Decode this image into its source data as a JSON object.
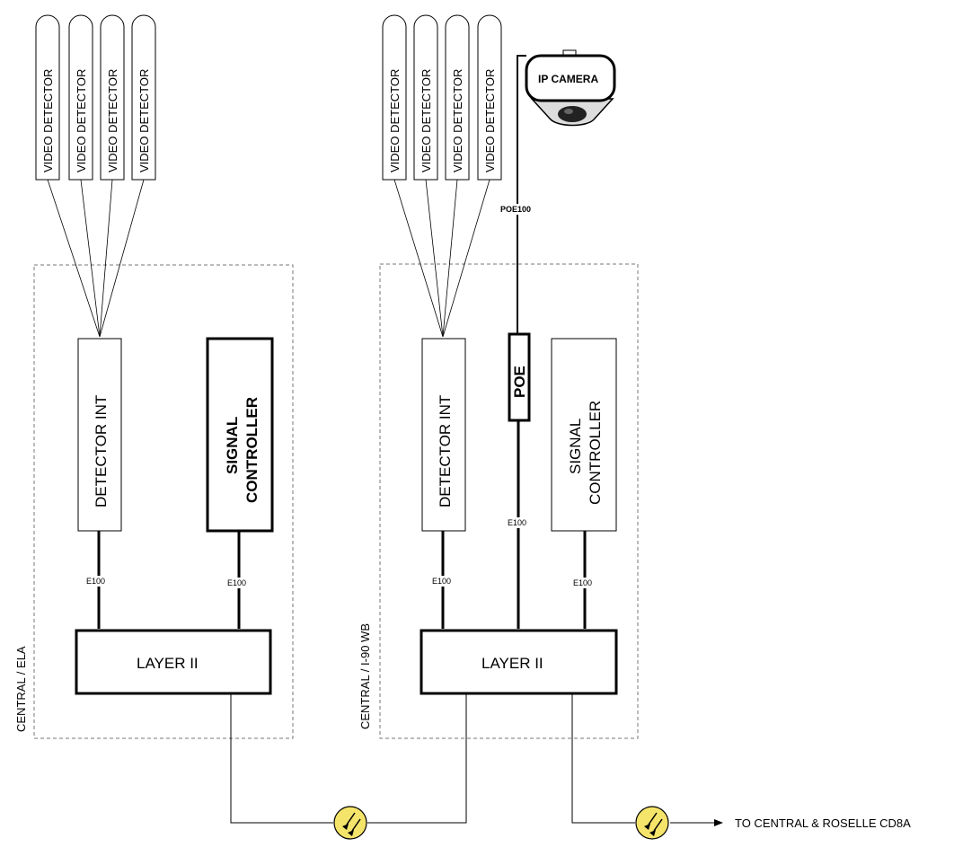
{
  "site_left": {
    "frame_label": "CENTRAL / ELA",
    "video_detectors": [
      "VIDEO DETECTOR",
      "VIDEO DETECTOR",
      "VIDEO DETECTOR",
      "VIDEO DETECTOR"
    ],
    "detector_int": "DETECTOR INT",
    "signal_controller": [
      "SIGNAL",
      "CONTROLLER"
    ],
    "link_detector": "E100",
    "link_controller": "E100",
    "switch": "LAYER II"
  },
  "site_right": {
    "frame_label": "CENTRAL / I-90 WB",
    "video_detectors": [
      "VIDEO DETECTOR",
      "VIDEO DETECTOR",
      "VIDEO DETECTOR",
      "VIDEO DETECTOR"
    ],
    "ip_camera": "IP CAMERA",
    "poe_link": "POE100",
    "poe_injector": "POE",
    "poe_switch_link": "E100",
    "detector_int": "DETECTOR INT",
    "signal_controller": [
      "SIGNAL",
      "CONTROLLER"
    ],
    "link_detector": "E100",
    "link_controller": "E100",
    "switch": "LAYER II"
  },
  "destination": "TO CENTRAL & ROSELLE CD8A",
  "colors": {
    "fiber_symbol": "#f5e46a",
    "line": "#000000",
    "frame": "#777777"
  }
}
